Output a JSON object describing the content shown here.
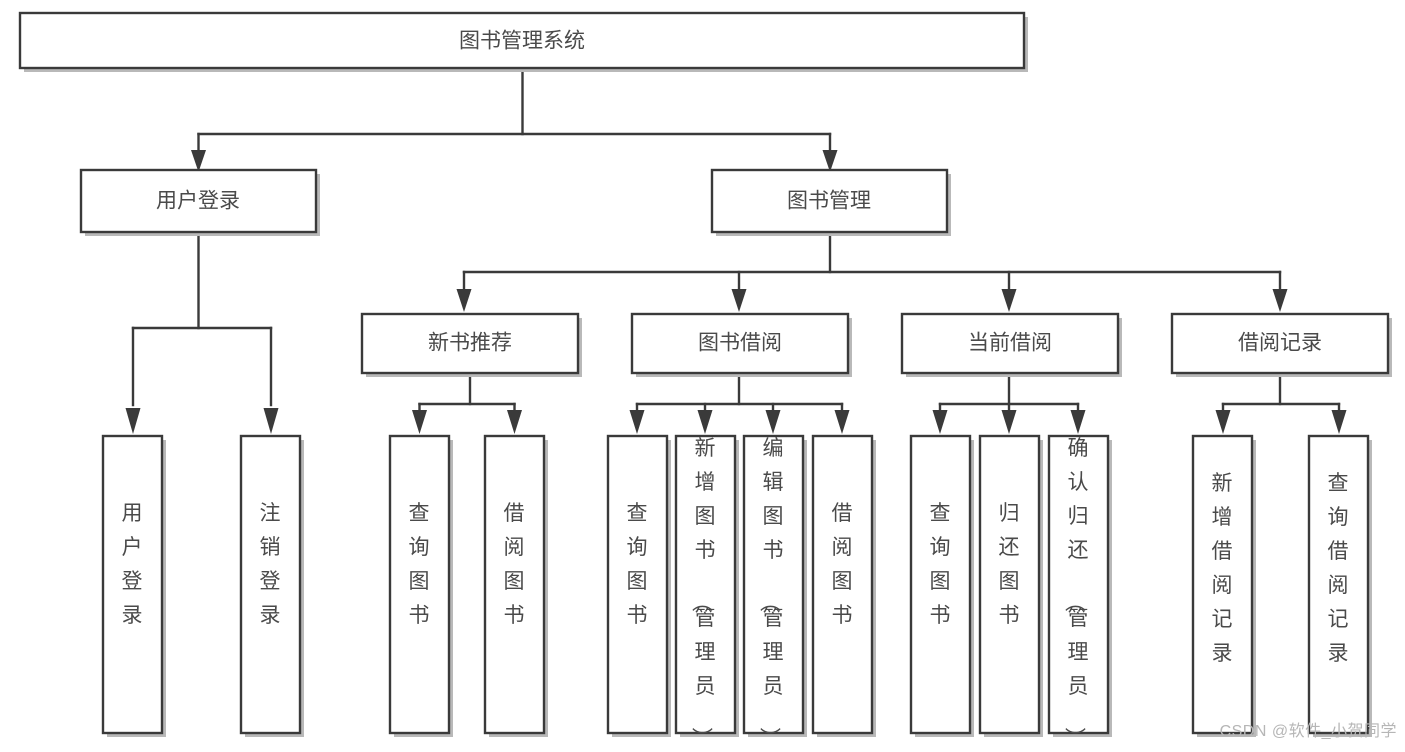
{
  "diagram": {
    "title": "图书管理系统",
    "type": "hierarchy-tree",
    "orientation": "top-down",
    "colors": {
      "box_stroke": "#3a3a3a",
      "box_fill": "#ffffff",
      "text": "#4a4a4a",
      "connector": "#3a3a3a",
      "watermark": "#b6b6b6",
      "background": "#ffffff"
    },
    "root": {
      "id": "root",
      "label": "图书管理系统"
    },
    "level2": [
      {
        "id": "user-login",
        "label": "用户登录"
      },
      {
        "id": "book-manage",
        "label": "图书管理"
      }
    ],
    "level3": [
      {
        "id": "new-book-recommend",
        "label": "新书推荐",
        "parent": "book-manage"
      },
      {
        "id": "book-borrow",
        "label": "图书借阅",
        "parent": "book-manage"
      },
      {
        "id": "current-borrow",
        "label": "当前借阅",
        "parent": "book-manage"
      },
      {
        "id": "borrow-record",
        "label": "借阅记录",
        "parent": "book-manage"
      }
    ],
    "leaves": [
      {
        "id": "leaf-user-login",
        "label": "用户登录",
        "parent": "user-login"
      },
      {
        "id": "leaf-logout-login",
        "label": "注销登录",
        "parent": "user-login"
      },
      {
        "id": "leaf-query-book-1",
        "label": "查询图书",
        "parent": "new-book-recommend"
      },
      {
        "id": "leaf-borrow-book-1",
        "label": "借阅图书",
        "parent": "new-book-recommend"
      },
      {
        "id": "leaf-query-book-2",
        "label": "查询图书",
        "parent": "book-borrow"
      },
      {
        "id": "leaf-add-book",
        "label": "新增图书（管理员）",
        "parent": "book-borrow"
      },
      {
        "id": "leaf-edit-book",
        "label": "编辑图书（管理员）",
        "parent": "book-borrow"
      },
      {
        "id": "leaf-borrow-book-2",
        "label": "借阅图书",
        "parent": "book-borrow"
      },
      {
        "id": "leaf-query-book-3",
        "label": "查询图书",
        "parent": "current-borrow"
      },
      {
        "id": "leaf-return-book",
        "label": "归还图书",
        "parent": "current-borrow"
      },
      {
        "id": "leaf-confirm-return",
        "label": "确认归还（管理员）",
        "parent": "current-borrow"
      },
      {
        "id": "leaf-add-record",
        "label": "新增借阅记录",
        "parent": "borrow-record"
      },
      {
        "id": "leaf-query-record",
        "label": "查询借阅记录",
        "parent": "borrow-record"
      }
    ]
  },
  "watermark": {
    "text": "CSDN @软件_小贺同学"
  }
}
